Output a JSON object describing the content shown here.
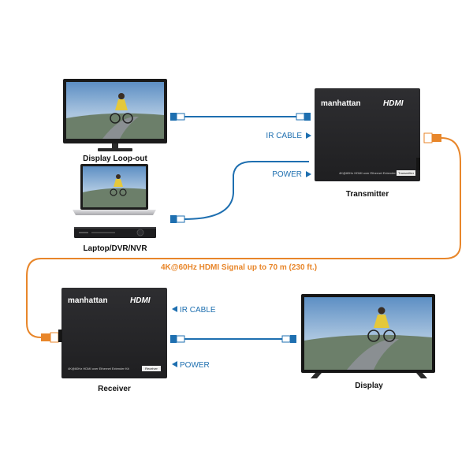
{
  "colors": {
    "blue_cable": "#1e6fb0",
    "orange_cable": "#e8862a",
    "device_body": "#2a2a2c",
    "label_text": "#111111"
  },
  "devices": {
    "display_loopout": {
      "caption": "Display Loop-out"
    },
    "laptop_dvr_nvr": {
      "caption": "Laptop/DVR/NVR"
    },
    "transmitter": {
      "caption": "Transmitter",
      "brand": "manhattan",
      "logo": "HDMI",
      "model_text": "4K@60Hz HDMI over Ethernet Extender Kit",
      "tag": "Transmitter",
      "ports": {
        "ir": "IR CABLE",
        "power": "POWER"
      }
    },
    "receiver": {
      "caption": "Receiver",
      "brand": "manhattan",
      "logo": "HDMI",
      "model_text": "4K@60Hz HDMI over Ethernet Extender Kit",
      "tag": "Receiver",
      "ports": {
        "ir": "IR CABLE",
        "power": "POWER"
      }
    },
    "display": {
      "caption": "Display"
    }
  },
  "signal": {
    "label": "4K@60Hz HDMI Signal up to 70 m (230 ft.)"
  },
  "icons": {
    "monitor": "monitor-icon",
    "laptop": "laptop-icon",
    "dvr": "dvr-icon",
    "tv": "tv-icon",
    "hdmi_plug": "hdmi-plug-icon",
    "rj45_plug": "rj45-plug-icon",
    "arrow": "arrow-icon"
  }
}
